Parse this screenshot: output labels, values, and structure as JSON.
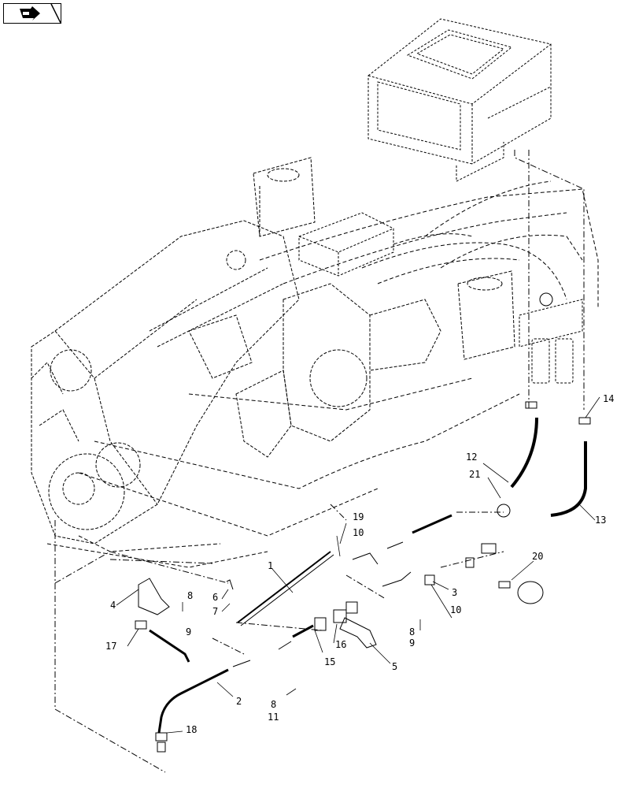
{
  "toolbar": {
    "nav_icon": "arrow-right-icon"
  },
  "callouts": [
    {
      "id": "c1",
      "label": "1"
    },
    {
      "id": "c2",
      "label": "2"
    },
    {
      "id": "c3",
      "label": "3"
    },
    {
      "id": "c4",
      "label": "4"
    },
    {
      "id": "c5",
      "label": "5"
    },
    {
      "id": "c6",
      "label": "6"
    },
    {
      "id": "c7",
      "label": "7"
    },
    {
      "id": "c8a",
      "label": "8"
    },
    {
      "id": "c9a",
      "label": "9"
    },
    {
      "id": "c8b",
      "label": "8"
    },
    {
      "id": "c9b",
      "label": "9"
    },
    {
      "id": "c8c",
      "label": "8"
    },
    {
      "id": "c11",
      "label": "11"
    },
    {
      "id": "c10a",
      "label": "10"
    },
    {
      "id": "c10b",
      "label": "10"
    },
    {
      "id": "c12",
      "label": "12"
    },
    {
      "id": "c13",
      "label": "13"
    },
    {
      "id": "c14",
      "label": "14"
    },
    {
      "id": "c15",
      "label": "15"
    },
    {
      "id": "c16",
      "label": "16"
    },
    {
      "id": "c17",
      "label": "17"
    },
    {
      "id": "c18",
      "label": "18"
    },
    {
      "id": "c19",
      "label": "19"
    },
    {
      "id": "c20",
      "label": "20"
    },
    {
      "id": "c21",
      "label": "21"
    }
  ]
}
